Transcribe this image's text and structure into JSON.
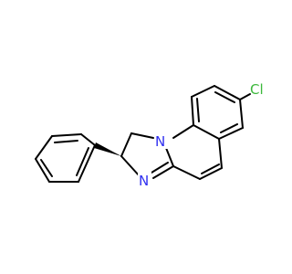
{
  "molecule": {
    "atoms": {
      "cl": {
        "symbol": "Cl",
        "color": "#3cb83c"
      },
      "n_ring": {
        "symbol": "N",
        "color": "#2f2ff0"
      },
      "n_imine": {
        "symbol": "N",
        "color": "#2f2ff0"
      }
    },
    "bond_color": "#000000",
    "background": "#ffffff"
  }
}
